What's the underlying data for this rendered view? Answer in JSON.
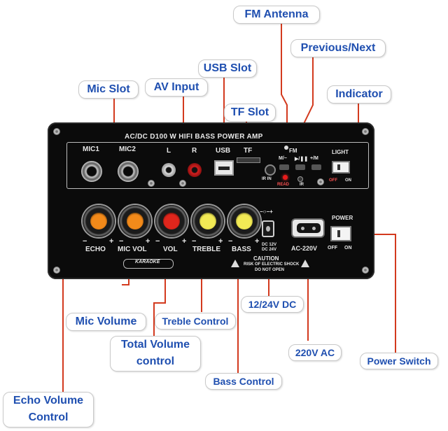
{
  "colors": {
    "callout_text": "#1f4fb0",
    "leader_line": "#d33a1e",
    "panel": "#0b0b0b",
    "knob_echo": "#f28a1a",
    "knob_mic_vol": "#f28a1a",
    "knob_vol": "#e0261c",
    "knob_treble": "#f2ea55",
    "knob_bass": "#f2ea55",
    "led_read": "#e81b1b"
  },
  "callouts": {
    "fm_antenna": "FM Antenna",
    "previous_next": "Previous/Next",
    "usb_slot": "USB Slot",
    "mic_slot": "Mic Slot",
    "av_input": "AV Input",
    "indicator": "Indicator",
    "tf_slot": "TF Slot",
    "mic_volume": "Mic Volume",
    "treble_control": "Treble Control",
    "total_volume_line1": "Total Volume",
    "total_volume_line2": "control",
    "dc_input": "12/24V DC",
    "ac_input": "220V AC",
    "power_switch": "Power Switch",
    "bass_control": "Bass Control",
    "echo_volume_line1": "Echo Volume",
    "echo_volume_line2": "Control"
  },
  "panel": {
    "title": "AC/DC  D100 W  HIFI  BASS  POWER  AMP",
    "mic1": "MIC1",
    "mic2": "MIC2",
    "l": "L",
    "r": "R",
    "usb": "USB",
    "tf": "TF",
    "ir_in": "IR IN",
    "fm": "FM",
    "prev": "M/−",
    "play": "▶/❚❚",
    "next": "+/M",
    "read": "READ",
    "ir": "IR",
    "light": "LIGHT",
    "light_off": "OFF",
    "light_on": "ON",
    "power": "POWER",
    "power_off": "OFF",
    "power_on": "ON",
    "dc_symbol": "−○−+",
    "dc_rating_1": "DC 12V",
    "dc_rating_2": "DC 24V",
    "ac_label": "AC-220V",
    "caution": "CAUTION",
    "caution_1": "RISK OF ELECTRIC SHOCK",
    "caution_2": "DO NOT OPEN",
    "karaoke": "KARAOKE",
    "knobs": [
      {
        "label": "ECHO"
      },
      {
        "label": "MIC VOL"
      },
      {
        "label": "VOL"
      },
      {
        "label": "TREBLE"
      },
      {
        "label": "BASS"
      }
    ],
    "minus": "−",
    "plus": "+"
  }
}
